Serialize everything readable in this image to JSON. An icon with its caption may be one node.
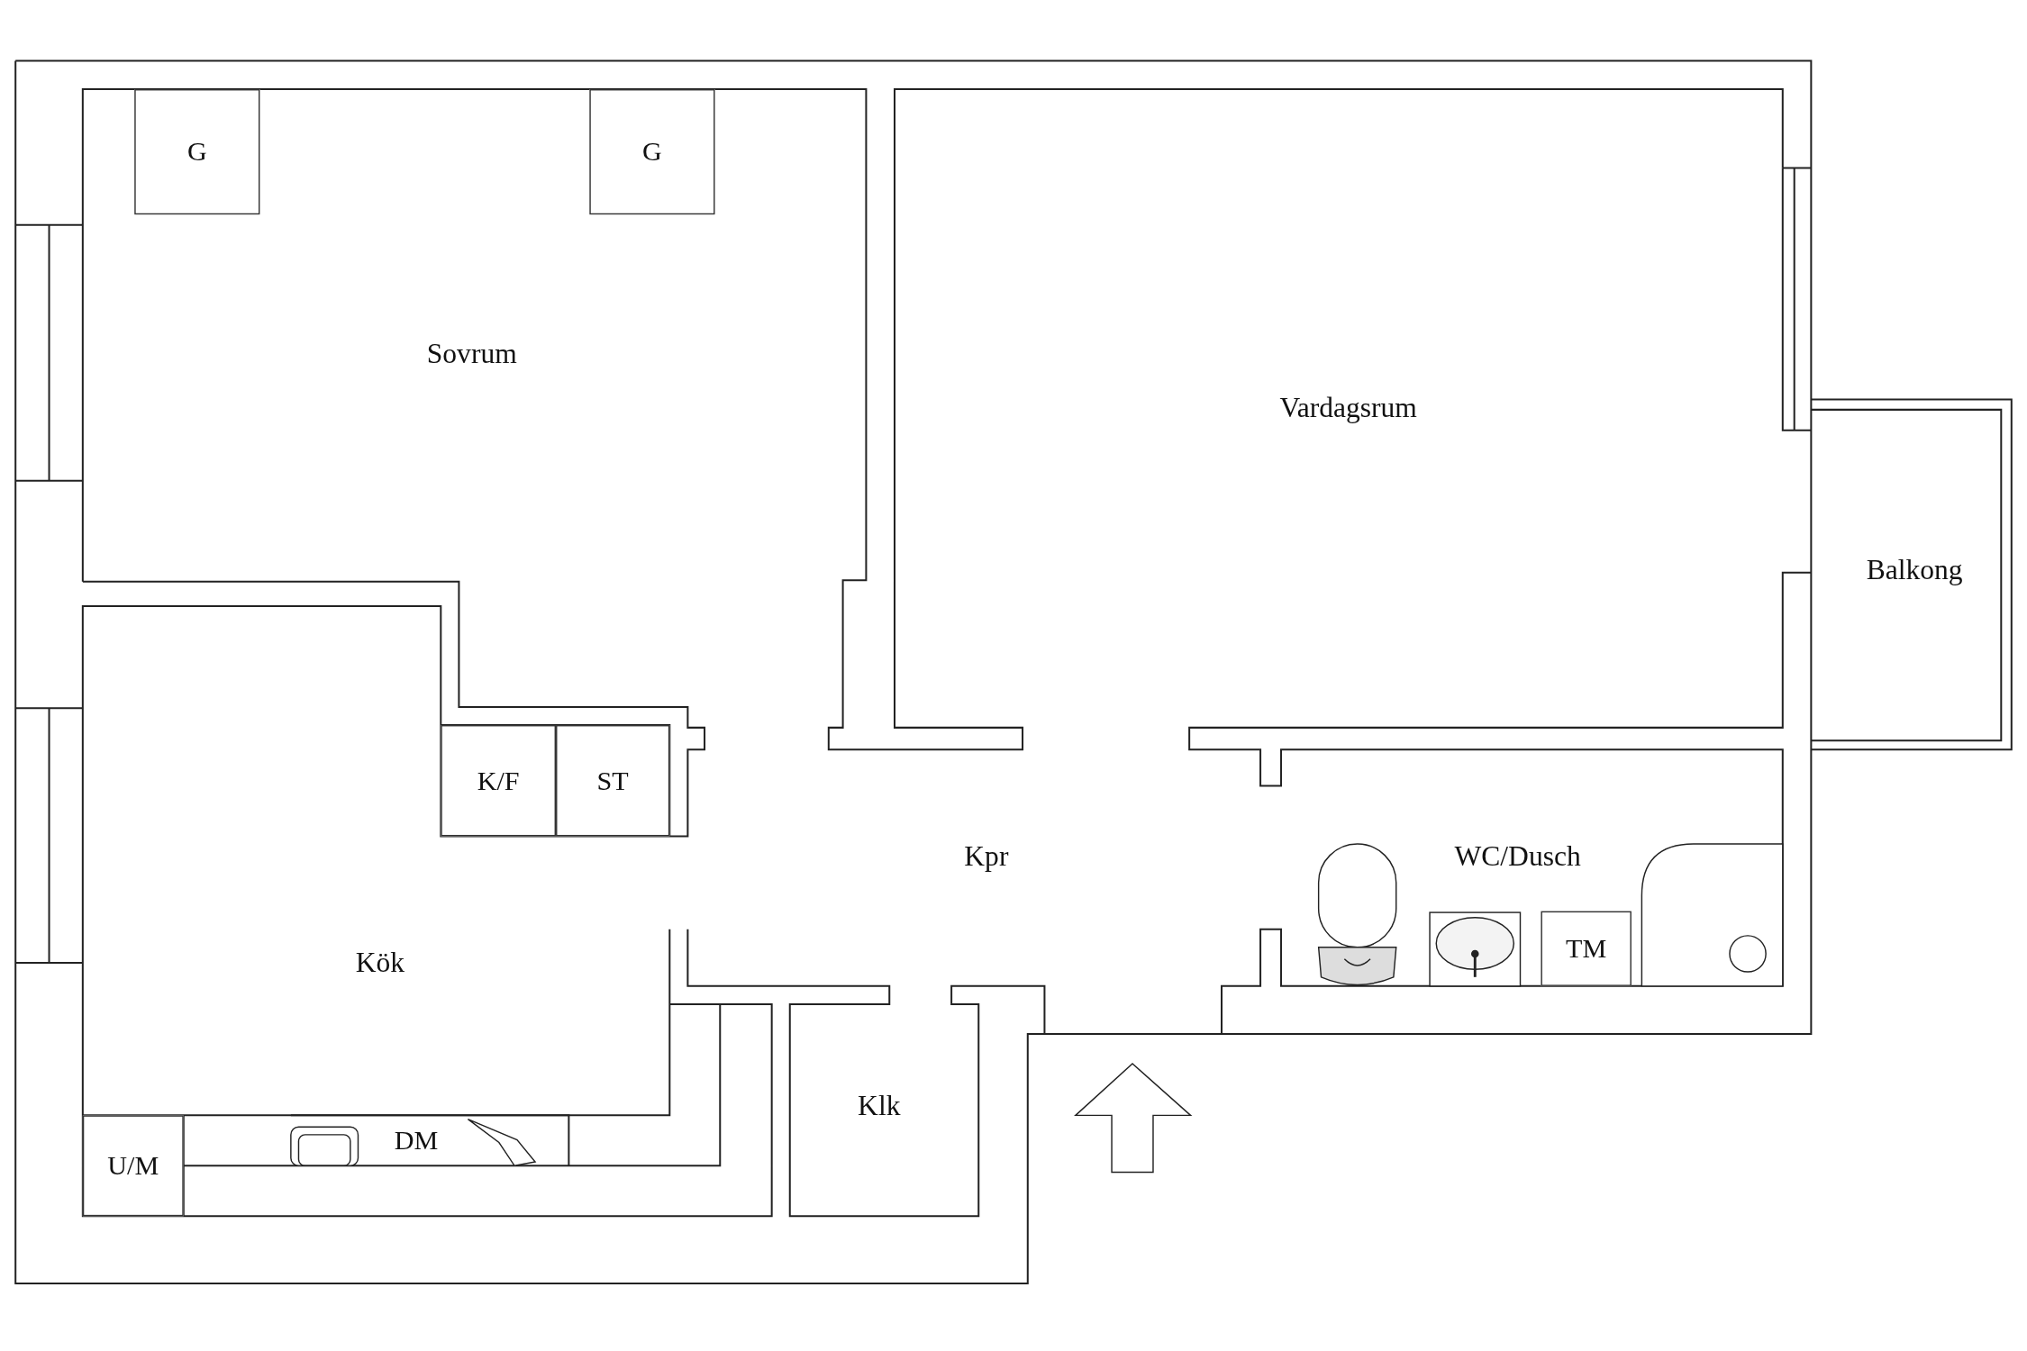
{
  "diagram": {
    "nodes": [
      {
        "text": [
          "G"
        ]
      },
      {
        "text": [
          "G"
        ]
      },
      {
        "text": [
          "K/F"
        ]
      },
      {
        "text": [
          "ST"
        ]
      },
      {
        "text": [
          "DM"
        ]
      },
      {
        "text": [
          "U/M"
        ]
      },
      {
        "text": [
          "TM"
        ]
      }
    ],
    "labels": [
      "Sovrum",
      "Vardagsrum",
      "Balkong",
      "Kpr",
      "WC/Dusch",
      "Kök",
      "Klk"
    ]
  }
}
